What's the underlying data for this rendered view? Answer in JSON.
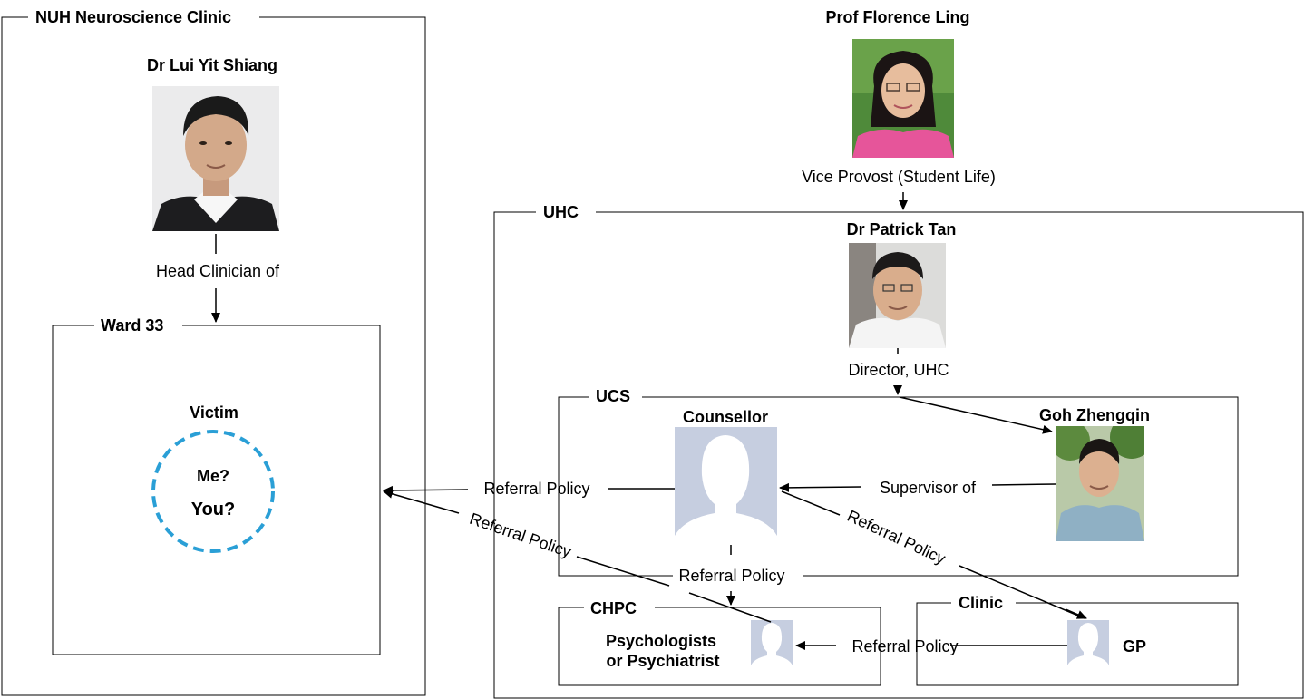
{
  "containers": {
    "nuh": "NUH Neuroscience Clinic",
    "ward": "Ward 33",
    "uhc": "UHC",
    "ucs": "UCS",
    "chpc": "CHPC",
    "clinic": "Clinic"
  },
  "people": {
    "lui": "Dr Lui Yit Shiang",
    "ling": "Prof Florence Ling",
    "tan": "Dr Patrick Tan",
    "counsellor": "Counsellor",
    "goh": "Goh Zhengqin",
    "psych_line1": "Psychologists",
    "psych_line2": "or Psychiatrist",
    "gp": "GP"
  },
  "victim": {
    "title": "Victim",
    "line1": "Me?",
    "line2": "You?",
    "ring_color": "#2a9fd6"
  },
  "relations": {
    "head_clinician": "Head Clinician of",
    "vice_provost": "Vice Provost (Student Life)",
    "director": "Director, UHC",
    "supervisor": "Supervisor of",
    "referral_counsellor_ward": "Referral Policy",
    "referral_chpc_ward": "Referral Policy",
    "referral_counsellor_gp": "Referral Policy",
    "referral_counsellor_chpc": "Referral Policy",
    "referral_gp_chpc": "Referral Policy"
  },
  "colors": {
    "placeholder": "#c6cee0",
    "line": "#000000"
  }
}
